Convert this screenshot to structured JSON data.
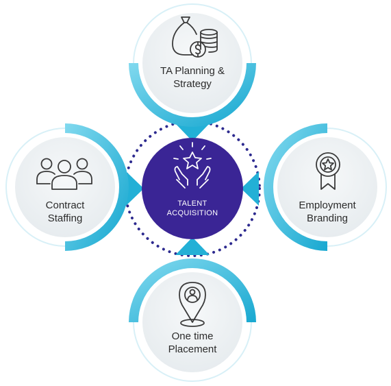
{
  "center": {
    "line1": "TALENT",
    "line2": "ACQUISITION"
  },
  "nodes": {
    "top": {
      "line1": "TA Planning &",
      "line2": "Strategy"
    },
    "left": {
      "line1": "Contract",
      "line2": "Staffing"
    },
    "right": {
      "line1": "Employment",
      "line2": "Branding"
    },
    "bottom": {
      "line1": "One time",
      "line2": "Placement"
    }
  },
  "colors": {
    "accent": "#2ab4d8",
    "accent_light": "#6fd0ea",
    "center_fill": "#3a2595",
    "dots": "#2d2a8f",
    "node_fill": "#eef1f3",
    "icon": "#3a3a3a"
  }
}
